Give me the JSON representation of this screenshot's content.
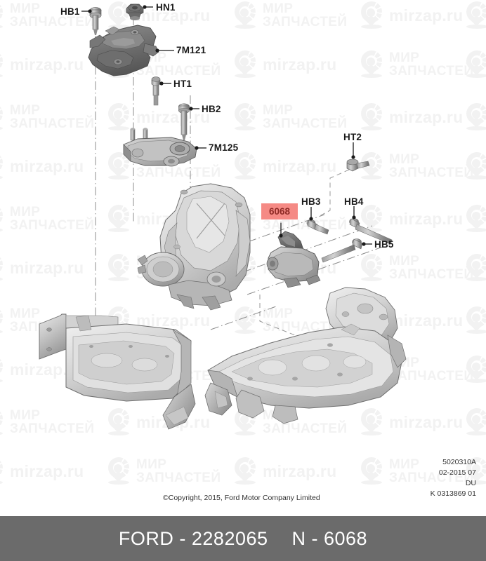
{
  "diagram": {
    "background_color": "#ffffff",
    "highlight_color": "#f58a85",
    "highlight_text_color": "#8f2b26"
  },
  "callouts": [
    {
      "id": "hb1",
      "label": "HB1",
      "highlighted": false
    },
    {
      "id": "hn1",
      "label": "HN1",
      "highlighted": false
    },
    {
      "id": "m7121",
      "label": "7M121",
      "highlighted": false
    },
    {
      "id": "ht1",
      "label": "HT1",
      "highlighted": false
    },
    {
      "id": "hb2",
      "label": "HB2",
      "highlighted": false
    },
    {
      "id": "m7125",
      "label": "7M125",
      "highlighted": false
    },
    {
      "id": "ht2",
      "label": "HT2",
      "highlighted": false
    },
    {
      "id": "hb3",
      "label": "HB3",
      "highlighted": false
    },
    {
      "id": "hb4",
      "label": "HB4",
      "highlighted": false
    },
    {
      "id": "hb5",
      "label": "HB5",
      "highlighted": false
    },
    {
      "id": "n6068",
      "label": "6068",
      "highlighted": true
    }
  ],
  "footer": {
    "copyright": "©Copyright, 2015, Ford Motor Company Limited",
    "doc_lines": [
      "5020310A",
      "02-2015 07",
      "DU",
      "K 0313869 01"
    ]
  },
  "bottom_bar": {
    "background_color": "#6b6b6b",
    "part_reference": "FORD - 2282065",
    "node_reference": "N - 6068"
  },
  "watermark": {
    "brand_line1": "МИР",
    "brand_line2": "ЗАПЧАСТЕЙ",
    "domain": "mirzap.ru",
    "color": "#f2f2f2"
  }
}
